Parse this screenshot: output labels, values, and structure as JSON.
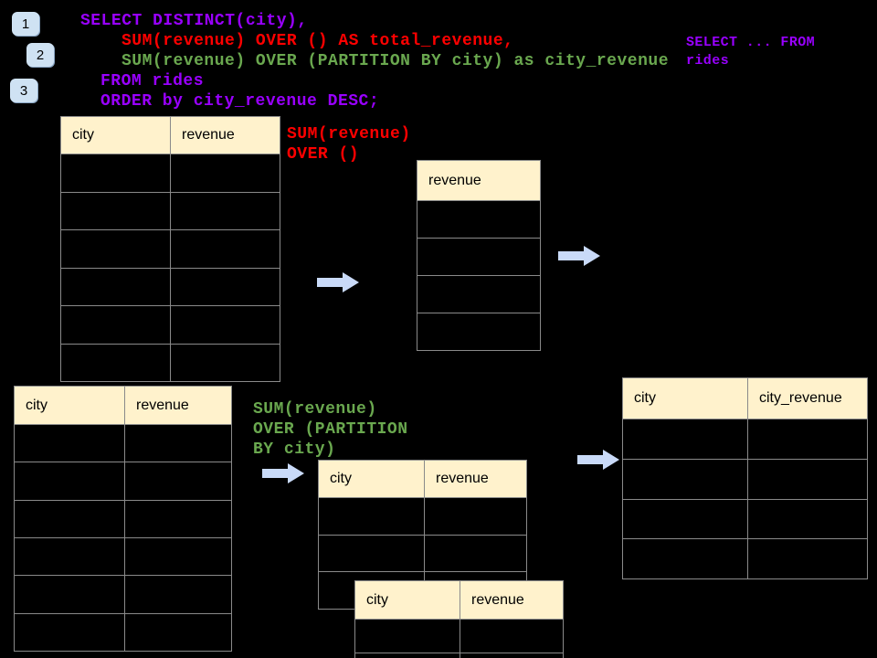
{
  "colors": {
    "background": "#000000",
    "keyword_purple": "#9900ff",
    "total_red": "#ff0000",
    "partition_green": "#6aa84f",
    "table_header_fill": "#fff2cc",
    "table_border": "#8a8a8a",
    "arrow_fill": "#c9daf8",
    "badge_fill": "#cfe2f3",
    "text_black": "#000000"
  },
  "badges": [
    {
      "label": "1"
    },
    {
      "label": "2"
    },
    {
      "label": "3"
    }
  ],
  "sql": {
    "lines": [
      {
        "text": "SELECT DISTINCT(city),",
        "color": "purple"
      },
      {
        "text": "SUM(revenue) OVER () AS total_revenue,",
        "color": "red"
      },
      {
        "text": "SUM(revenue) OVER (PARTITION BY city) as city_revenue",
        "color": "green"
      },
      {
        "text": "FROM rides",
        "color": "purple"
      },
      {
        "text": "ORDER by city_revenue DESC;",
        "color": "purple"
      }
    ]
  },
  "side_note": {
    "text": "SELECT ... FROM\nrides"
  },
  "annotations": {
    "total_revenue_label": "SUM(revenue)\nOVER ()",
    "partition_label": "SUM(revenue)\nOVER (PARTITION\nBY city)"
  },
  "tables": {
    "source_top": {
      "headers": [
        "city",
        "revenue"
      ],
      "empty_rows": 6
    },
    "total_revenue": {
      "headers": [
        "revenue"
      ],
      "empty_rows": 4
    },
    "source_bottom": {
      "headers": [
        "city",
        "revenue"
      ],
      "empty_rows": 6
    },
    "partition_city_1": {
      "headers": [
        "city",
        "revenue"
      ],
      "empty_rows": 3
    },
    "partition_city_2": {
      "headers": [
        "city",
        "revenue"
      ],
      "empty_rows": 2
    },
    "result": {
      "headers": [
        "city",
        "city_revenue"
      ],
      "empty_rows": 4
    }
  }
}
